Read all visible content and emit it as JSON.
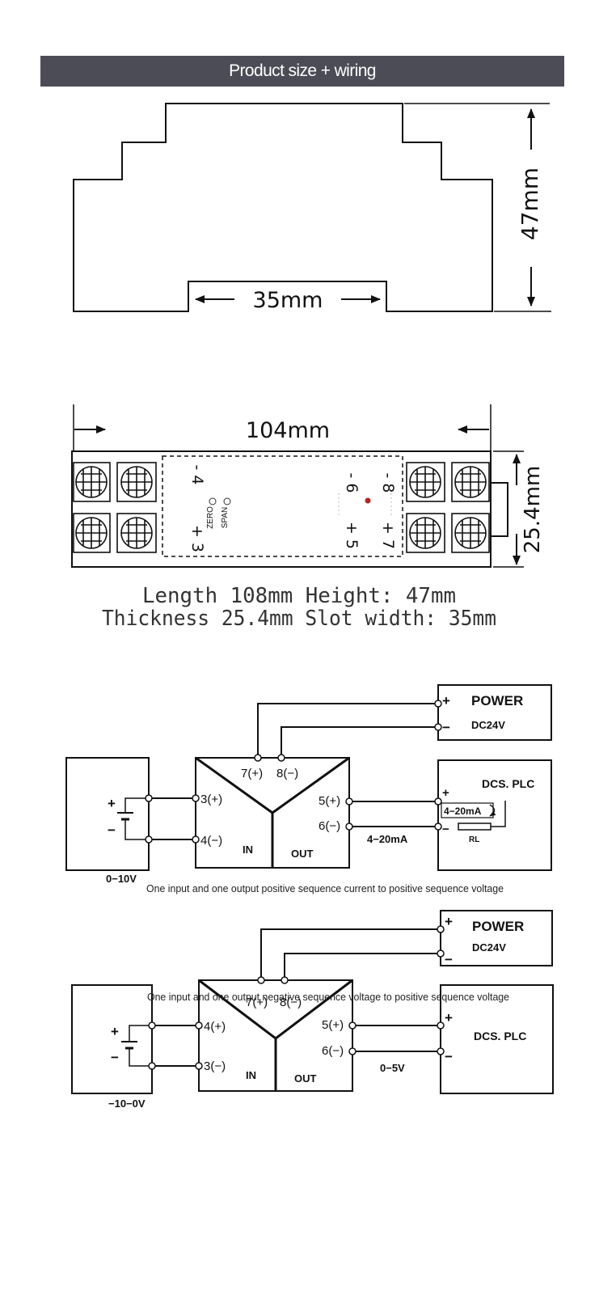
{
  "header": {
    "title": "Product size + wiring"
  },
  "side_view": {
    "height_label": "47mm",
    "slot_label": "35mm"
  },
  "top_view": {
    "length_label": "104mm",
    "thickness_label": "25.4mm",
    "terminals": {
      "t4": "- 4",
      "t3": "+ 3",
      "t6": "- 6",
      "t8": "- 8",
      "t5": "+ 5",
      "t7": "+ 7"
    },
    "zero": "ZERO",
    "span": "SPAN"
  },
  "specs": {
    "line1": "Length 108mm Height: 47mm",
    "line2": "Thickness 25.4mm Slot width: 35mm"
  },
  "wiring1": {
    "power": "POWER",
    "dc24v": "DC24V",
    "dcs_plc": "DCS. PLC",
    "t7": "7(+)",
    "t8": "8(−)",
    "t3": "3(+)",
    "t4": "4(−)",
    "t5": "5(+)",
    "t6": "6(−)",
    "in": "IN",
    "out": "OUT",
    "loop": "4−20mA",
    "out_signal": "4−20mA",
    "rl": "RL",
    "input_range": "0−10V",
    "caption": "One input and one output positive sequence current to positive sequence voltage"
  },
  "wiring2": {
    "power": "POWER",
    "dc24v": "DC24V",
    "dcs_plc": "DCS. PLC",
    "t7": "7(+)",
    "t8": "8(−)",
    "t4": "4(+)",
    "t3": "3(−)",
    "t5": "5(+)",
    "t6": "6(−)",
    "in": "IN",
    "out": "OUT",
    "out_signal": "0−5V",
    "input_range": "−10−0V",
    "caption": "One input and one output negative sequence voltage to positive sequence voltage"
  },
  "colors": {
    "header_bg": "#4b4c55",
    "led": "#b3261e",
    "line": "#111111"
  }
}
